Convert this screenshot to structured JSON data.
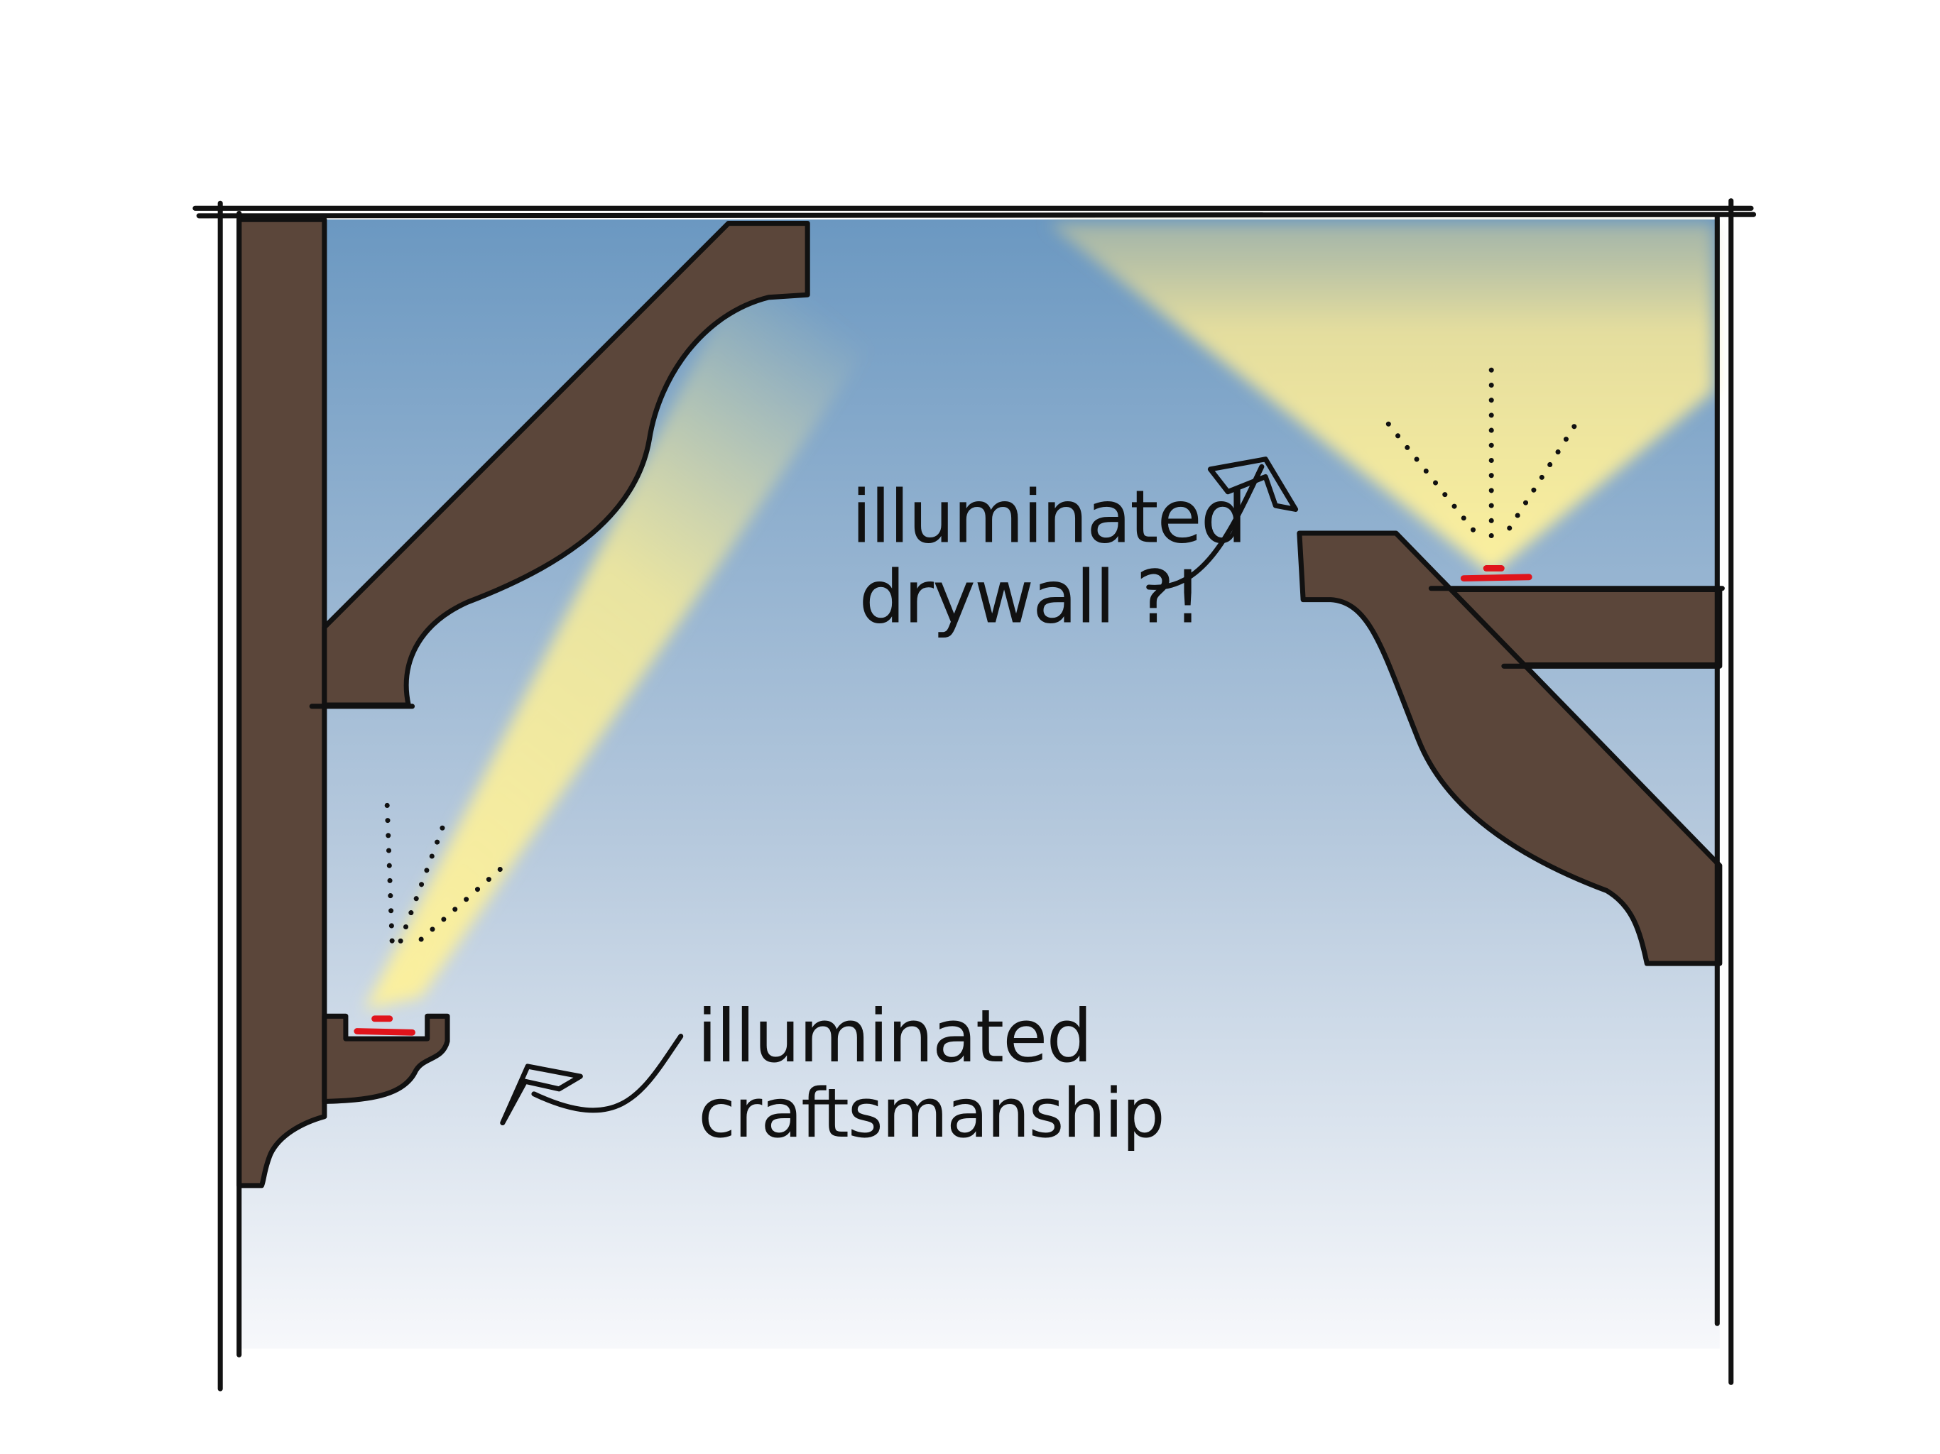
{
  "annotations": {
    "upper_line1": "illuminated",
    "upper_line2": "drywall ?!",
    "lower_line1": "illuminated",
    "lower_line2": "craftsmanship"
  },
  "colors": {
    "wall_top": "#6b98c1",
    "wall_bottom": "#f7f8fb",
    "wood": "#5b463a",
    "light": "#f7ec98",
    "led": "#e0141b",
    "ink": "#111111"
  }
}
